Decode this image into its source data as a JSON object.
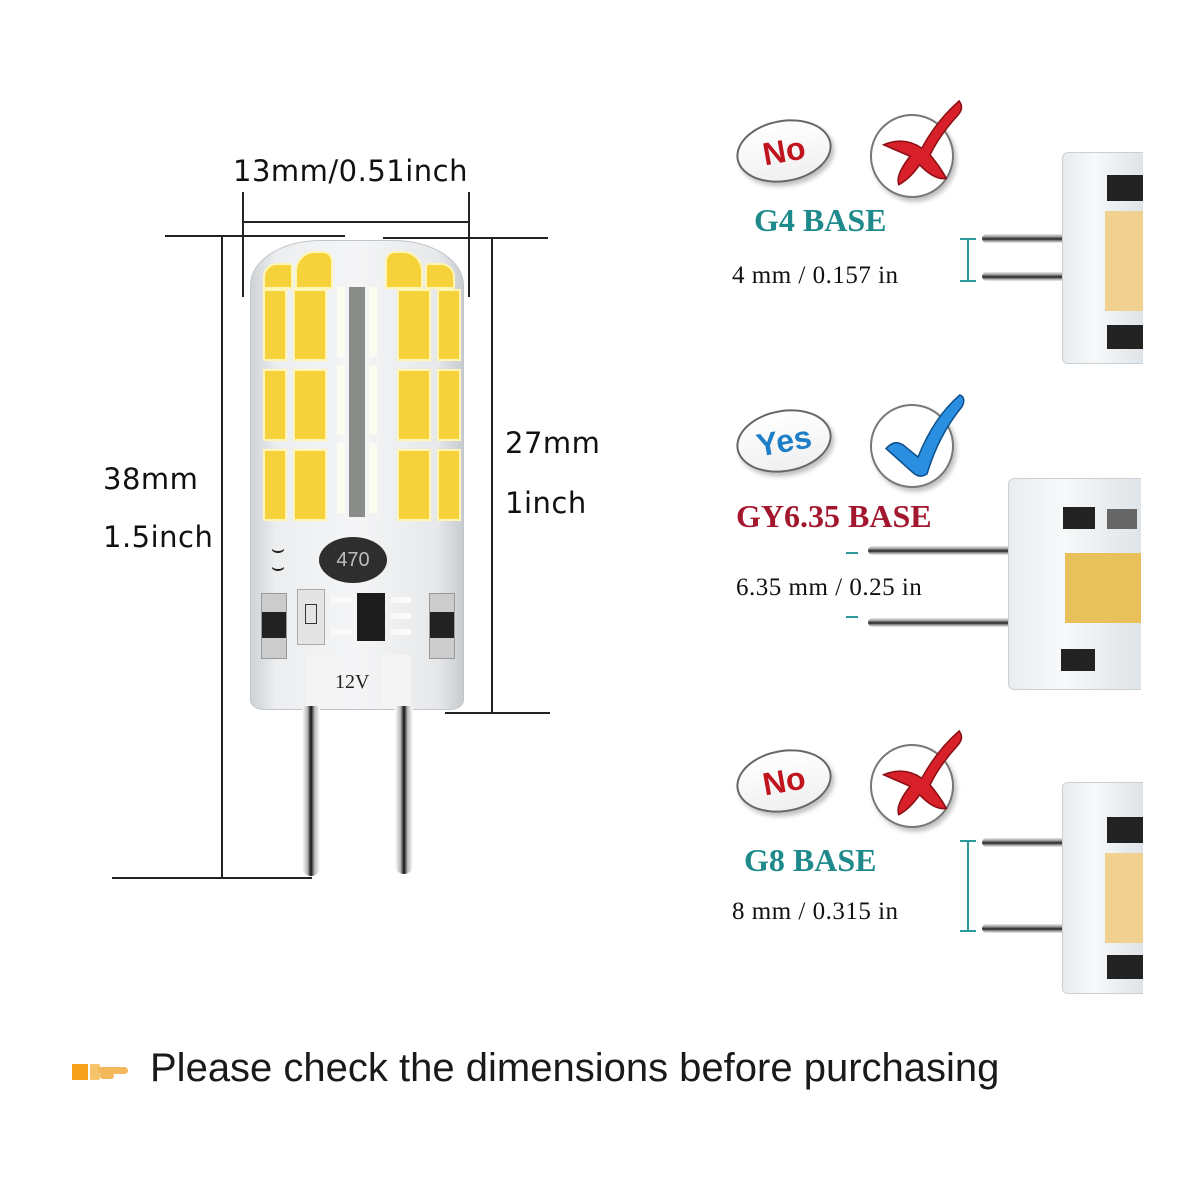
{
  "main_bulb": {
    "width_label": "13mm/0.51inch",
    "total_height_mm": "38mm",
    "total_height_in": "1.5inch",
    "body_height_mm": "27mm",
    "body_height_in": "1inch",
    "chip_label": "470",
    "voltage_label": "12V",
    "led_color": "#F5D13A"
  },
  "bases": [
    {
      "verdict": "No",
      "verdict_color": "#C0141E",
      "mark_icon": "red-x-icon",
      "name": "G4 BASE",
      "name_color": "#1F8A8C",
      "pin_spacing": "4 mm / 0.157 in"
    },
    {
      "verdict": "Yes",
      "verdict_color": "#1E7FC8",
      "mark_icon": "blue-check-icon",
      "name": "GY6.35 BASE",
      "name_color": "#A3172E",
      "pin_spacing": "6.35 mm / 0.25 in"
    },
    {
      "verdict": "No",
      "verdict_color": "#C0141E",
      "mark_icon": "red-x-icon",
      "name": "G8 BASE",
      "name_color": "#1F8A8C",
      "pin_spacing": "8 mm / 0.315 in"
    }
  ],
  "footer": {
    "pointer_icon": "pointing-hand-icon",
    "note": "Please check the dimensions before purchasing"
  }
}
